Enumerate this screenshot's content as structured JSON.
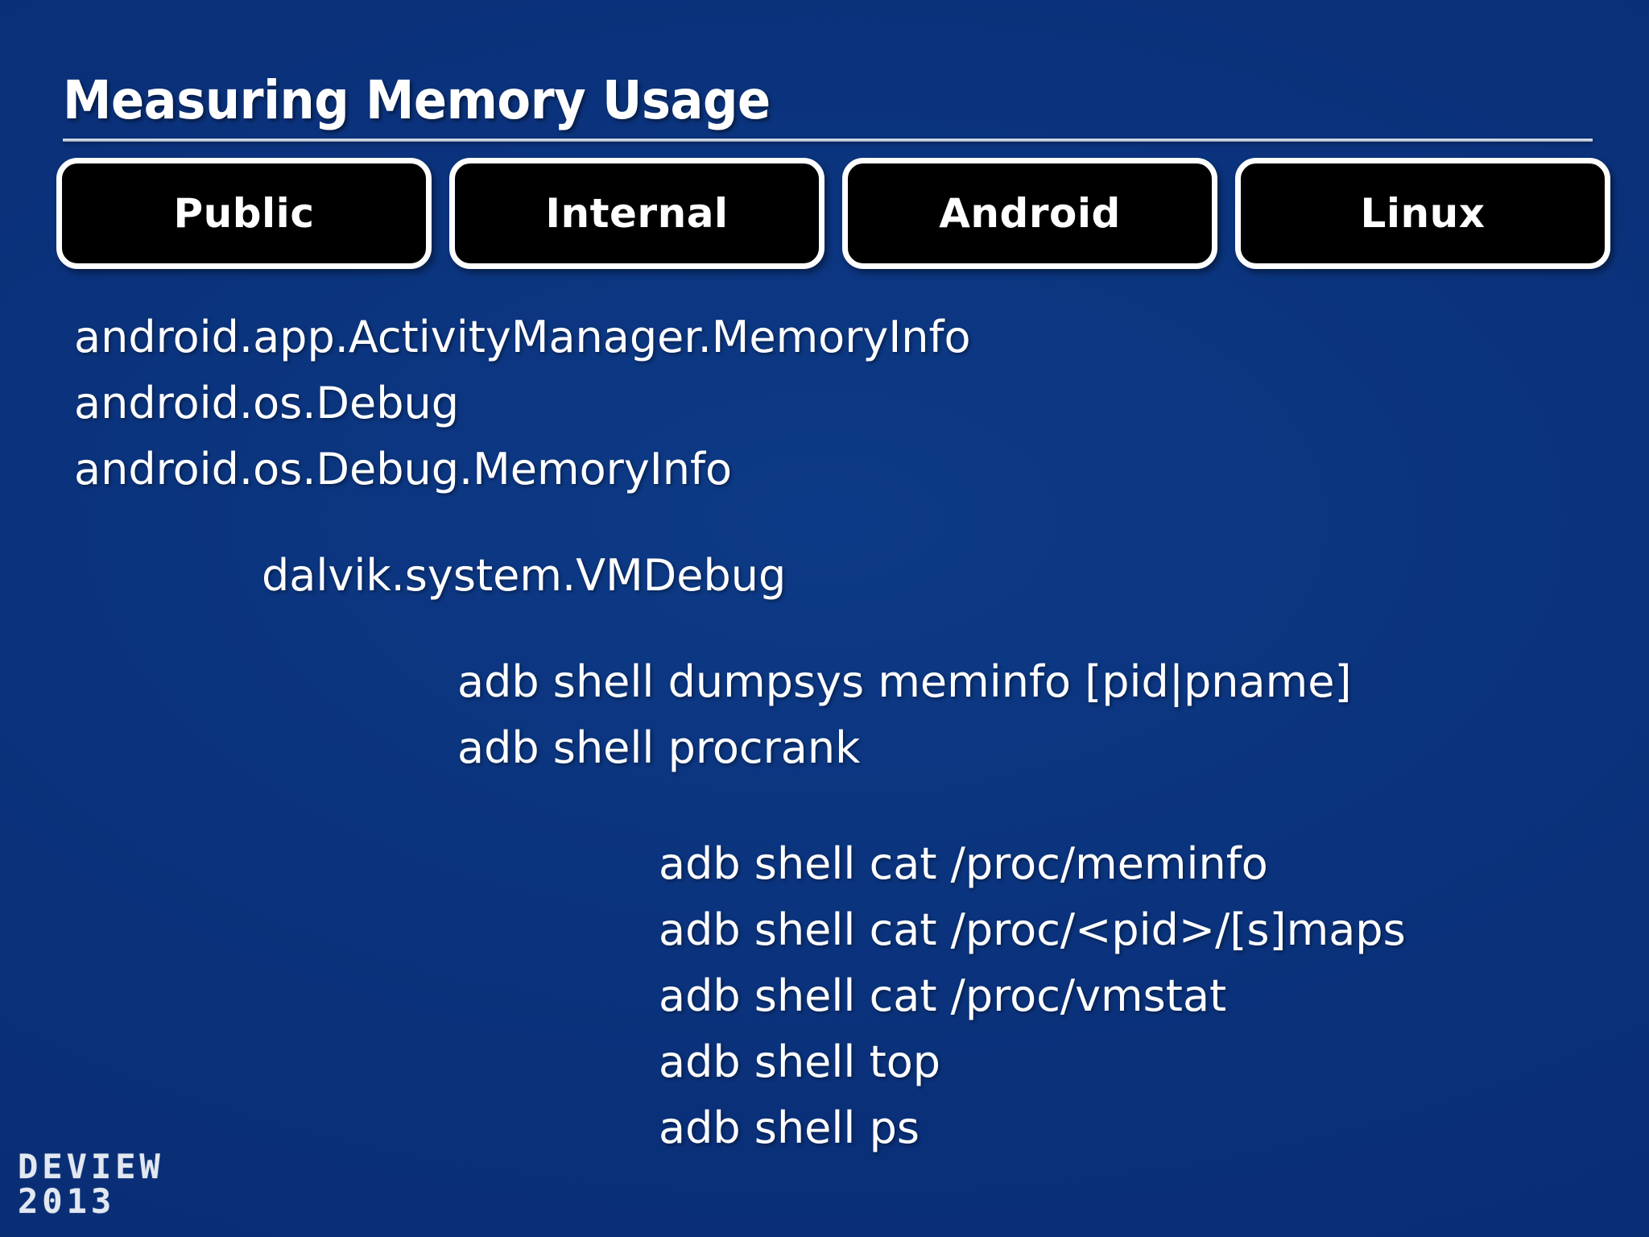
{
  "slide": {
    "title": "Measuring Memory Usage",
    "background_color": "#0a3079",
    "text_color": "#ffffff",
    "tab_fill_color": "#000000",
    "tab_border_color": "#ffffff"
  },
  "tabs": [
    {
      "label": "Public"
    },
    {
      "label": "Internal"
    },
    {
      "label": "Android"
    },
    {
      "label": "Linux"
    }
  ],
  "groups": {
    "public": {
      "lines": [
        "android.app.ActivityManager.MemoryInfo",
        "android.os.Debug",
        "android.os.Debug.MemoryInfo"
      ]
    },
    "internal": {
      "lines": [
        "dalvik.system.VMDebug"
      ]
    },
    "android": {
      "lines": [
        "adb shell dumpsys meminfo [pid|pname]",
        "adb shell procrank"
      ]
    },
    "linux": {
      "lines": [
        "adb shell cat /proc/meminfo",
        "adb shell cat /proc/<pid>/[s]maps",
        "adb shell cat /proc/vmstat",
        "adb shell top",
        "adb shell ps"
      ]
    }
  },
  "logo": {
    "name": "DEVIEW",
    "year": "2013"
  }
}
